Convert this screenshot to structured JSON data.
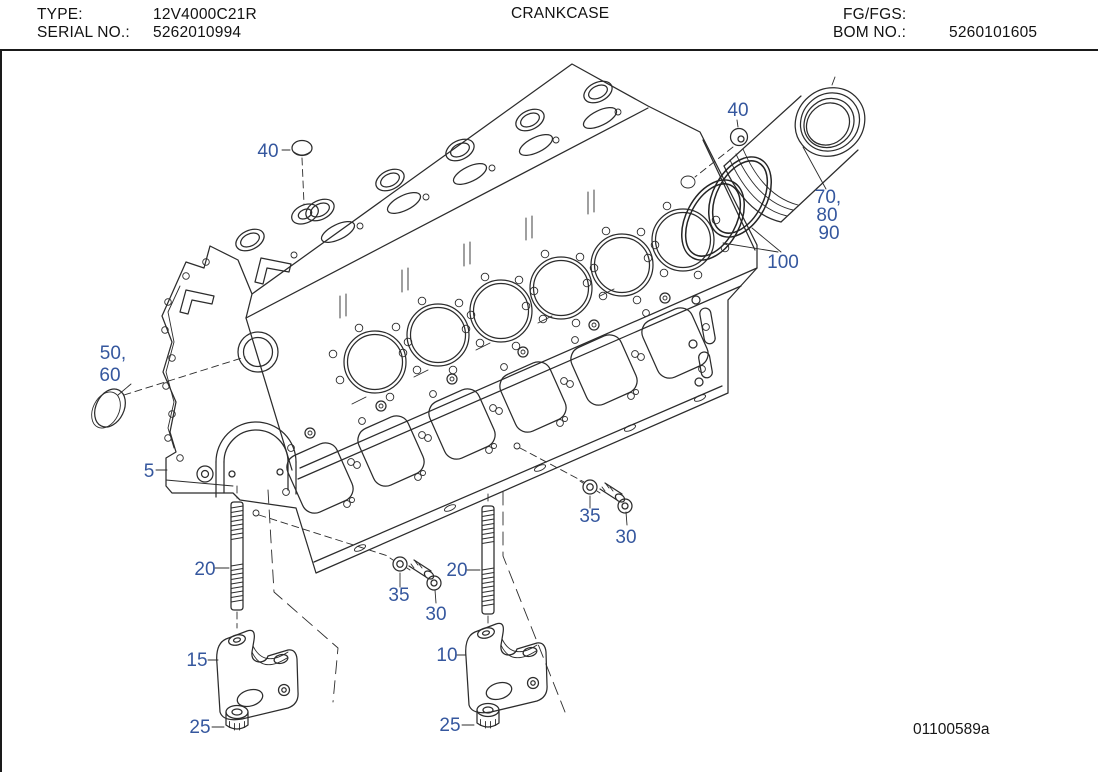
{
  "header": {
    "type_label": "TYPE:",
    "type_value": "12V4000C21R",
    "title": "CRANKCASE",
    "fg_label": "FG/FGS:",
    "serial_label": "SERIAL NO.:",
    "serial_value": "5262010994",
    "bom_label": "BOM NO.:",
    "bom_value": "5260101605"
  },
  "drawing": {
    "figure_number": "01100589a",
    "callout_color": "#35579e",
    "line_color": "#2c2c2c",
    "callouts": [
      {
        "id": "40-top-left",
        "label": "40"
      },
      {
        "id": "40-top-right",
        "label": "40"
      },
      {
        "id": "70",
        "label": "70,"
      },
      {
        "id": "80",
        "label": "80"
      },
      {
        "id": "90",
        "label": "90"
      },
      {
        "id": "100",
        "label": "100"
      },
      {
        "id": "50",
        "label": "50,"
      },
      {
        "id": "60",
        "label": "60"
      },
      {
        "id": "5",
        "label": "5"
      },
      {
        "id": "20-left",
        "label": "20"
      },
      {
        "id": "35-left",
        "label": "35"
      },
      {
        "id": "30-left",
        "label": "30"
      },
      {
        "id": "20-right",
        "label": "20"
      },
      {
        "id": "35-right",
        "label": "35"
      },
      {
        "id": "30-right",
        "label": "30"
      },
      {
        "id": "15",
        "label": "15"
      },
      {
        "id": "10",
        "label": "10"
      },
      {
        "id": "25-left",
        "label": "25"
      },
      {
        "id": "25-right",
        "label": "25"
      }
    ]
  }
}
